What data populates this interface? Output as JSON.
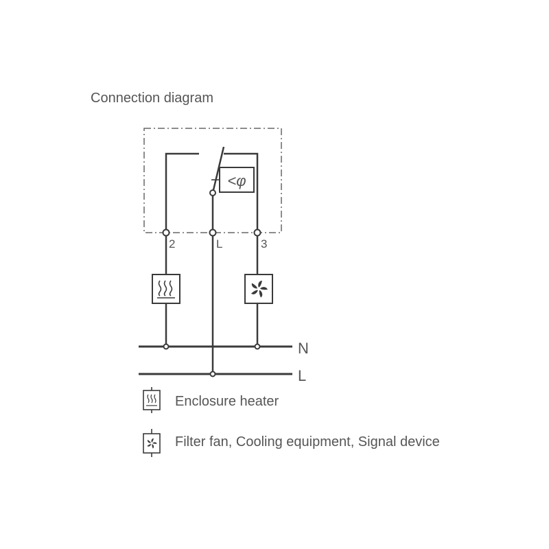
{
  "title": "Connection diagram",
  "terminals": {
    "t2": "2",
    "tL": "L",
    "t3": "3"
  },
  "sensor_label": "<φ",
  "bus_labels": {
    "n": "N",
    "l": "L"
  },
  "legend": [
    {
      "icon": "heater-icon",
      "label": "Enclosure heater"
    },
    {
      "icon": "fan-icon",
      "label": "Filter fan, Cooling equipment, Signal device"
    }
  ],
  "colors": {
    "line": "#3a3a3a",
    "text": "#555555"
  }
}
